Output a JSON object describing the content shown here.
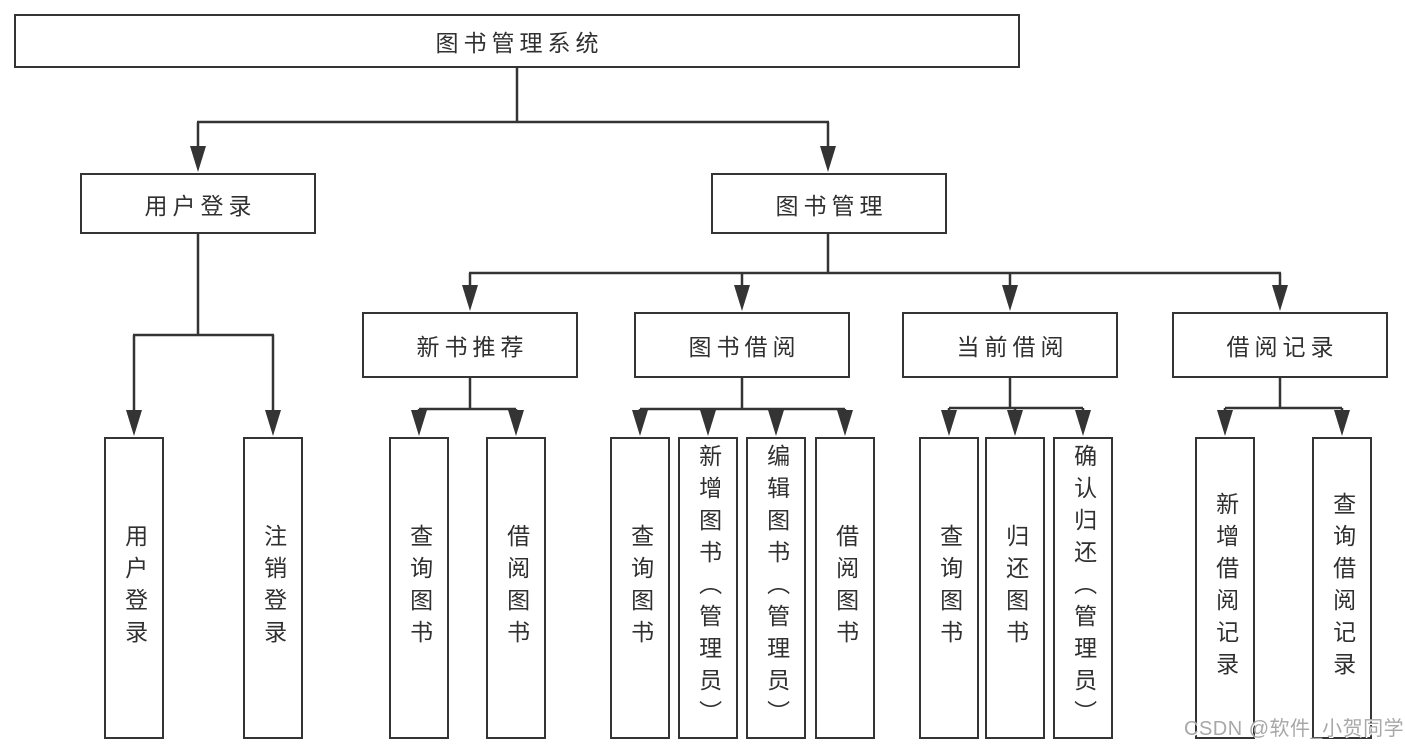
{
  "diagram": {
    "kind": "function-structure-tree",
    "tree": {
      "root": {
        "label": "图书管理系统"
      },
      "children": [
        {
          "label": "用户登录",
          "children": [
            {
              "label": "用户登录"
            },
            {
              "label": "注销登录"
            }
          ]
        },
        {
          "label": "图书管理",
          "children": [
            {
              "label": "新书推荐",
              "children": [
                {
                  "label": "查询图书"
                },
                {
                  "label": "借阅图书"
                }
              ]
            },
            {
              "label": "图书借阅",
              "children": [
                {
                  "label": "查询图书"
                },
                {
                  "label": "新增图书（管理员）"
                },
                {
                  "label": "编辑图书（管理员）"
                },
                {
                  "label": "借阅图书"
                }
              ]
            },
            {
              "label": "当前借阅",
              "children": [
                {
                  "label": "查询图书"
                },
                {
                  "label": "归还图书"
                },
                {
                  "label": "确认归还（管理员）"
                }
              ]
            },
            {
              "label": "借阅记录",
              "children": [
                {
                  "label": "新增借阅记录"
                },
                {
                  "label": "查询借阅记录"
                }
              ]
            }
          ]
        }
      ]
    },
    "colors": {
      "line": "#343434",
      "text": "#303030",
      "background": "#ffffff",
      "watermark": "#a8a8a8"
    }
  },
  "watermark": {
    "text": "CSDN @软件_小贺同学"
  }
}
